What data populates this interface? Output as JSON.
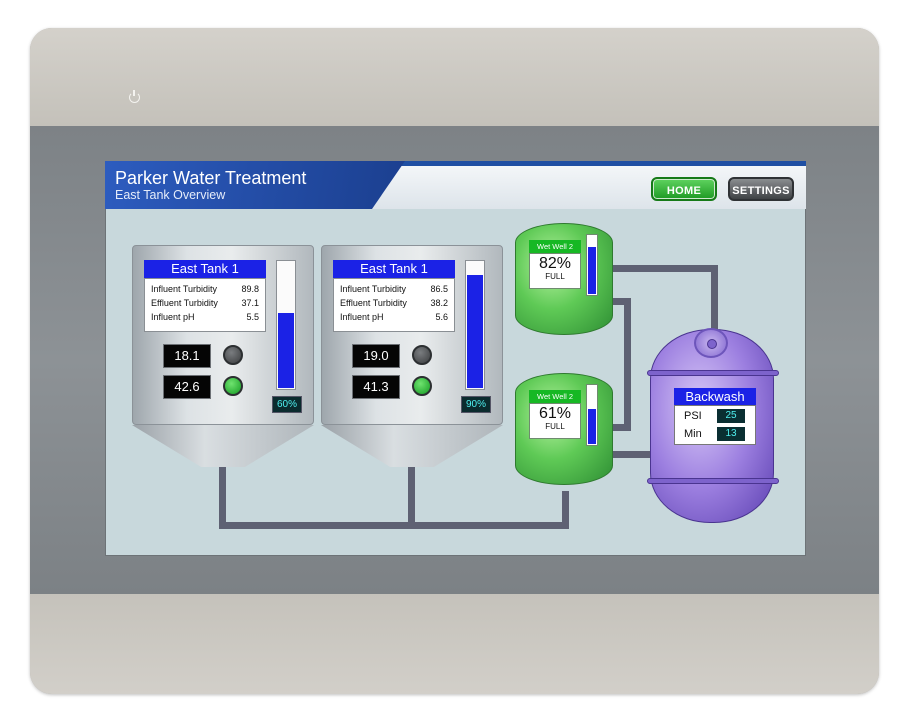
{
  "header": {
    "title": "Parker Water Treatment",
    "subtitle": "East Tank Overview"
  },
  "nav": {
    "home_label": "HOME",
    "settings_label": "SETTINGS"
  },
  "colors": {
    "header_blue": "#1f4fa3",
    "tank_accent_blue": "#1b22e6",
    "home_green": "#1e9a24",
    "wet_well_green": "#5fca56",
    "backwash_purple": "#9c7fe0",
    "screen_background": "#c8d8dc",
    "pipe": "#5e6173"
  },
  "tanks": [
    {
      "title": "East Tank 1",
      "readings": [
        {
          "label": "Influent Turbidity",
          "value": "89.8"
        },
        {
          "label": "Effluent Turbidity",
          "value": "37.1"
        },
        {
          "label": "Influent pH",
          "value": "5.5"
        }
      ],
      "flows": [
        {
          "value": "18.1",
          "lamp": "off"
        },
        {
          "value": "42.6",
          "lamp": "on"
        }
      ],
      "level_percent": 60,
      "level_label": "60%"
    },
    {
      "title": "East Tank 1",
      "readings": [
        {
          "label": "Influent Turbidity",
          "value": "86.5"
        },
        {
          "label": "Effluent Turbidity",
          "value": "38.2"
        },
        {
          "label": "Influent pH",
          "value": "5.6"
        }
      ],
      "flows": [
        {
          "value": "19.0",
          "lamp": "off"
        },
        {
          "value": "41.3",
          "lamp": "on"
        }
      ],
      "level_percent": 90,
      "level_label": "90%"
    }
  ],
  "wet_wells": [
    {
      "label": "Wet Well 2",
      "percent_label": "82%",
      "status": "FULL",
      "level_percent": 82
    },
    {
      "label": "Wet Well 2",
      "percent_label": "61%",
      "status": "FULL",
      "level_percent": 61
    }
  ],
  "backwash": {
    "title": "Backwash",
    "psi_label": "PSI",
    "psi_value": "25",
    "min_label": "Min",
    "min_value": "13"
  },
  "icons": {
    "power": "power-icon",
    "lamp_on": "green indicator lamp",
    "lamp_off": "grey indicator lamp"
  }
}
